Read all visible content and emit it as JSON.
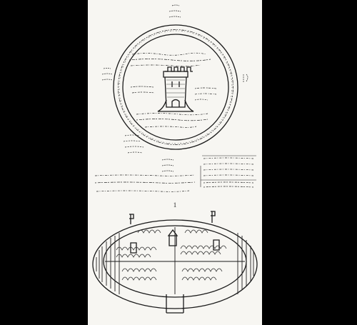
{
  "figure": {
    "number_label": "1",
    "description_visible_text": "",
    "colors": {
      "background": "#000000",
      "page": "#f7f6f2",
      "ink": "#1a1a1a"
    },
    "upper_drawing": "circular-plan-with-tower",
    "lower_drawing": "walled-circular-enclosure-with-trees"
  }
}
